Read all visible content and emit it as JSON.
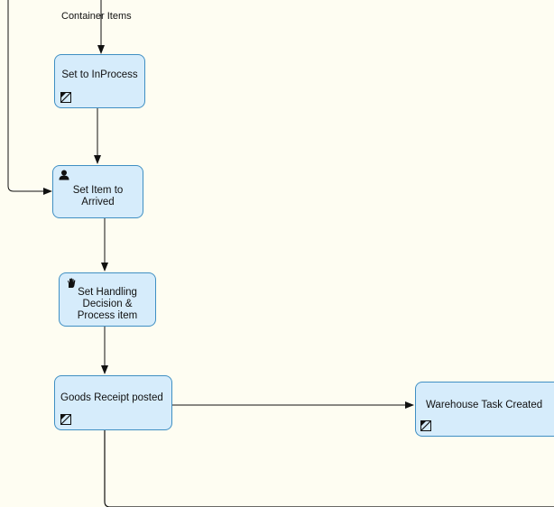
{
  "diagram": {
    "connector_label": "Container Items",
    "nodes": {
      "set_in_process": {
        "label": "Set to InProcess",
        "icon": "script-task-icon"
      },
      "set_item_arrived": {
        "label": "Set Item to\nArrived",
        "icon": "user-task-icon"
      },
      "set_handling_decision": {
        "label": "Set Handling\nDecision &\nProcess item",
        "icon": "manual-task-icon"
      },
      "goods_receipt_posted": {
        "label": "Goods Receipt posted",
        "icon": "script-task-icon"
      },
      "warehouse_task_created": {
        "label": "Warehouse Task Created",
        "icon": "script-task-icon"
      }
    },
    "colors": {
      "canvas": "#fefdf2",
      "node_fill": "#d6ecfb",
      "node_border": "#3f8fc3",
      "edge": "#111111"
    }
  }
}
